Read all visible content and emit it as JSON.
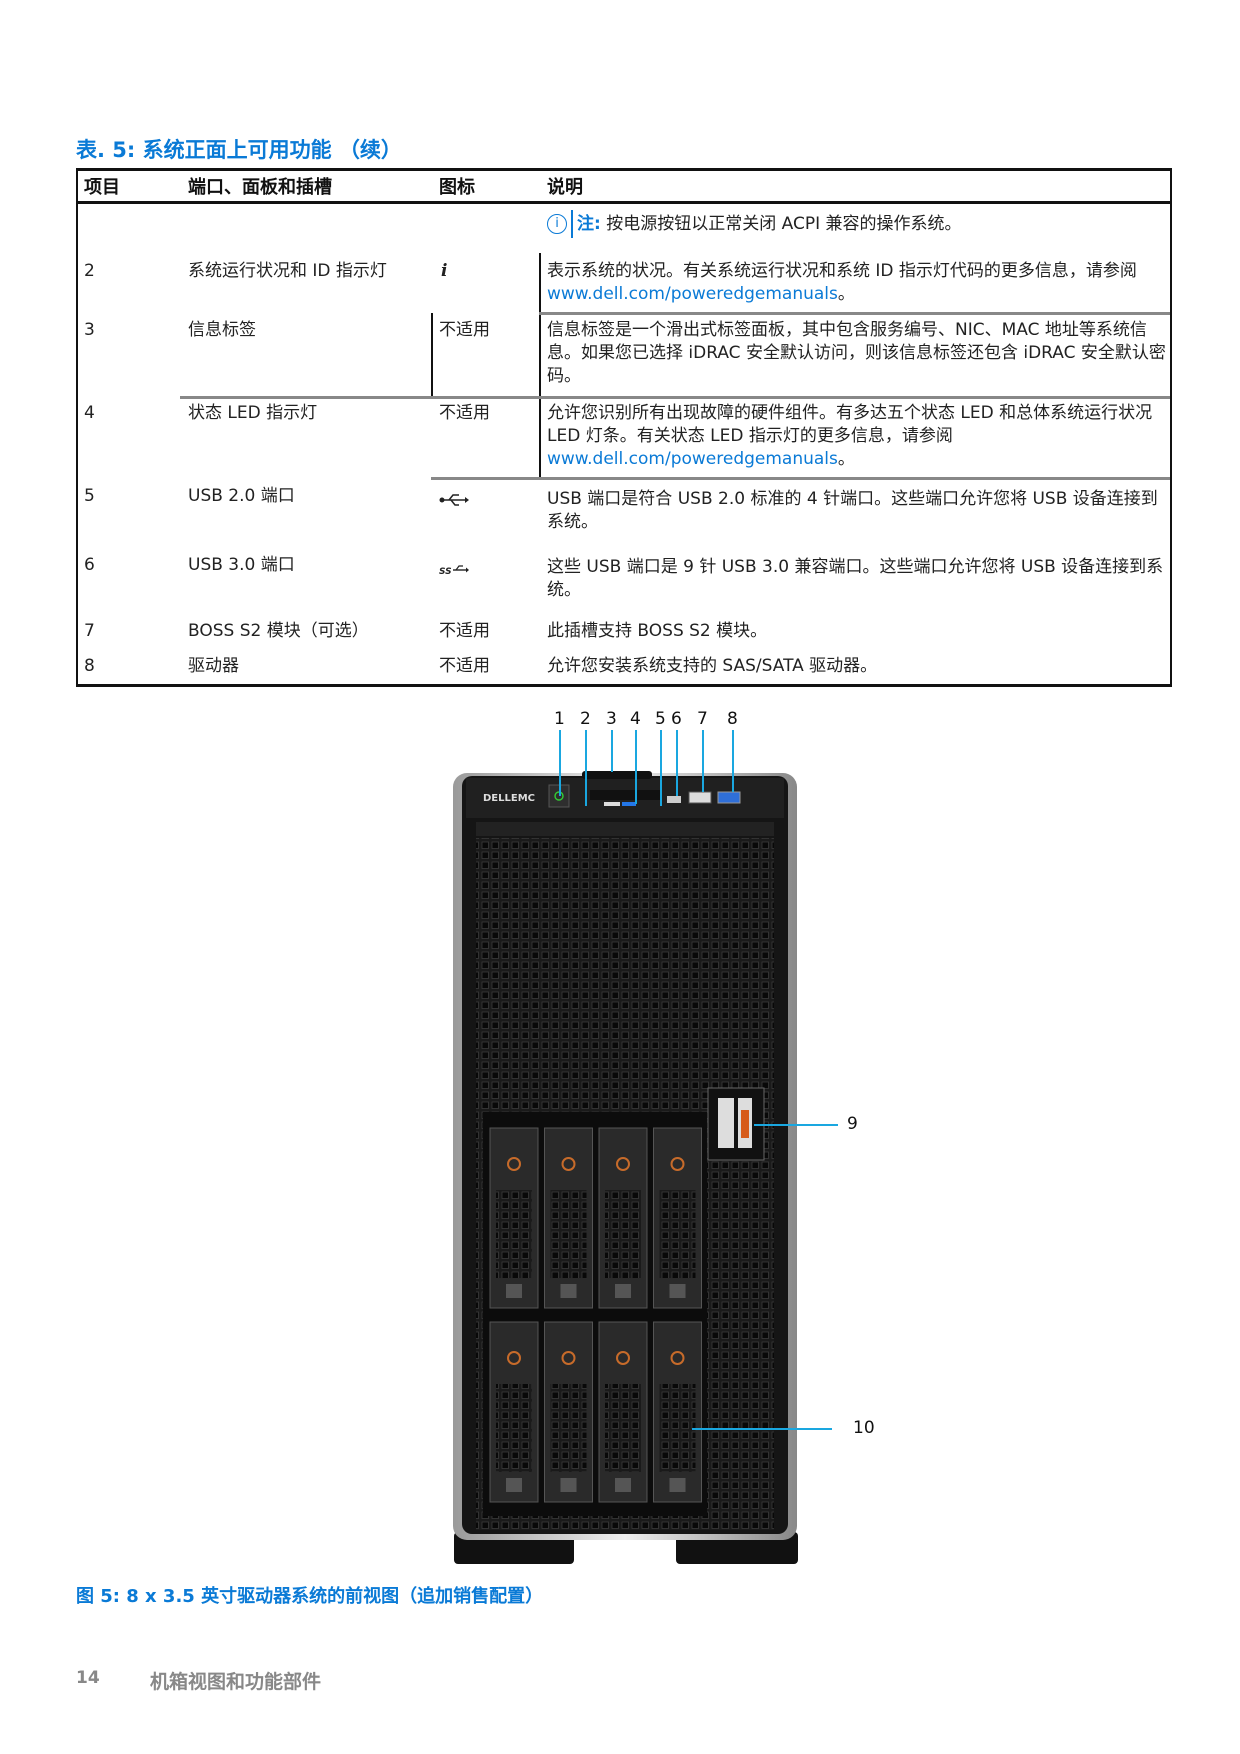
{
  "table": {
    "title": "表. 5: 系统正面上可用功能 （续）",
    "headers": [
      "项目",
      "端口、面板和插槽",
      "图标",
      "说明"
    ],
    "note": {
      "label": "注:",
      "text": "按电源按钮以正常关闭 ACPI 兼容的操作系统。"
    },
    "rows": [
      {
        "item": "2",
        "port": "系统运行状况和 ID 指示灯",
        "icon": "i",
        "desc": "表示系统的状况。有关系统运行状况和系统 ID 指示灯代码的更多信息，请参阅 ",
        "link": "www.dell.com/poweredgemanuals",
        "tail": "。"
      },
      {
        "item": "3",
        "port": "信息标签",
        "icon": "不适用",
        "desc": "信息标签是一个滑出式标签面板，其中包含服务编号、NIC、MAC 地址等系统信息。如果您已选择 iDRAC 安全默认访问，则该信息标签还包含 iDRAC 安全默认密码。"
      },
      {
        "item": "4",
        "port": "状态 LED 指示灯",
        "icon": "不适用",
        "desc": "允许您识别所有出现故障的硬件组件。有多达五个状态 LED 和总体系统运行状况 LED 灯条。有关状态 LED 指示灯的更多信息，请参阅 ",
        "link": "www.dell.com/poweredgemanuals",
        "tail": "。"
      },
      {
        "item": "5",
        "port": "USB 2.0 端口",
        "icon": "usb-icon",
        "desc": "USB 端口是符合 USB 2.0 标准的 4 针端口。这些端口允许您将 USB 设备连接到系统。"
      },
      {
        "item": "6",
        "port": "USB 3.0 端口",
        "icon": "usb3-icon",
        "desc": "这些 USB 端口是 9 针 USB 3.0 兼容端口。这些端口允许您将 USB 设备连接到系统。"
      },
      {
        "item": "7",
        "port": "BOSS S2 模块（可选）",
        "icon": "不适用",
        "desc": "此插槽支持 BOSS S2 模块。"
      },
      {
        "item": "8",
        "port": "驱动器",
        "icon": "不适用",
        "desc": "允许您安装系统支持的 SAS/SATA 驱动器。"
      }
    ]
  },
  "figure": {
    "callouts": [
      "1",
      "2",
      "3",
      "4",
      "5",
      "6",
      "7",
      "8",
      "9",
      "10"
    ],
    "brand": "DELLEMC",
    "caption": "图 5: 8 x 3.5 英寸驱动器系统的前视图（追加销售配置）"
  },
  "footer": {
    "page": "14",
    "section": "机箱视图和功能部件"
  },
  "colors": {
    "accent": "#0a7ad6",
    "callout_line": "#1aa7e0"
  }
}
